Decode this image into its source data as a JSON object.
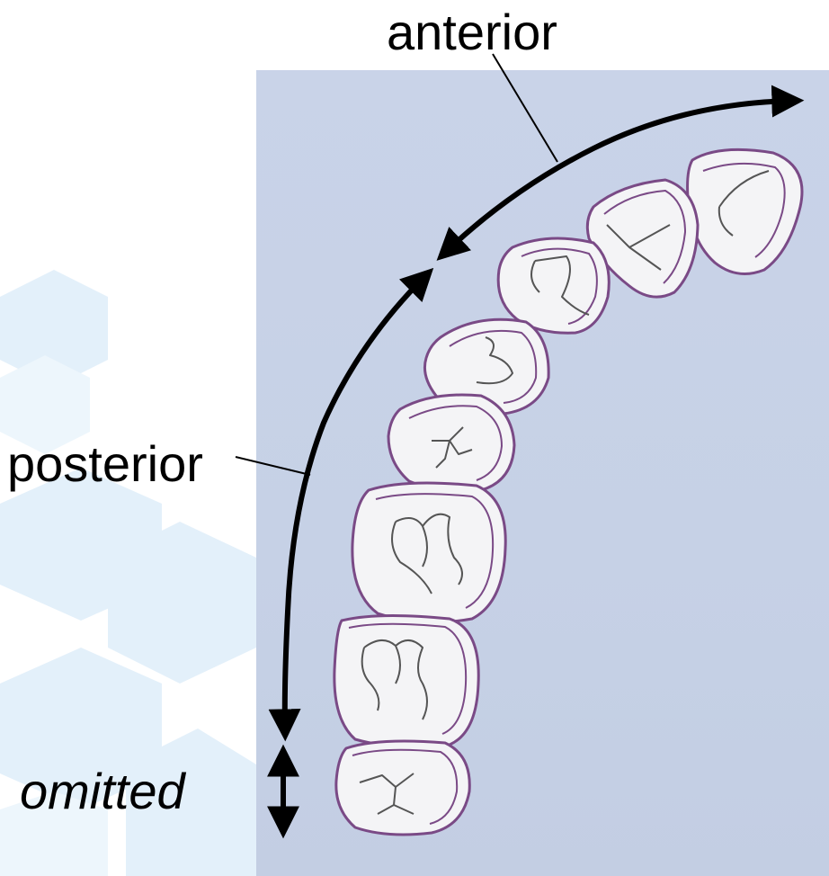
{
  "labels": {
    "anterior": "anterior",
    "posterior": "posterior",
    "omitted": "omitted"
  },
  "colors": {
    "panel_background": "#c8d2e7",
    "tooth_fill": "#f4f4f6",
    "tooth_outline": "#7a4a86",
    "arrow": "#000000",
    "hex_background": "#e6f2fb"
  }
}
